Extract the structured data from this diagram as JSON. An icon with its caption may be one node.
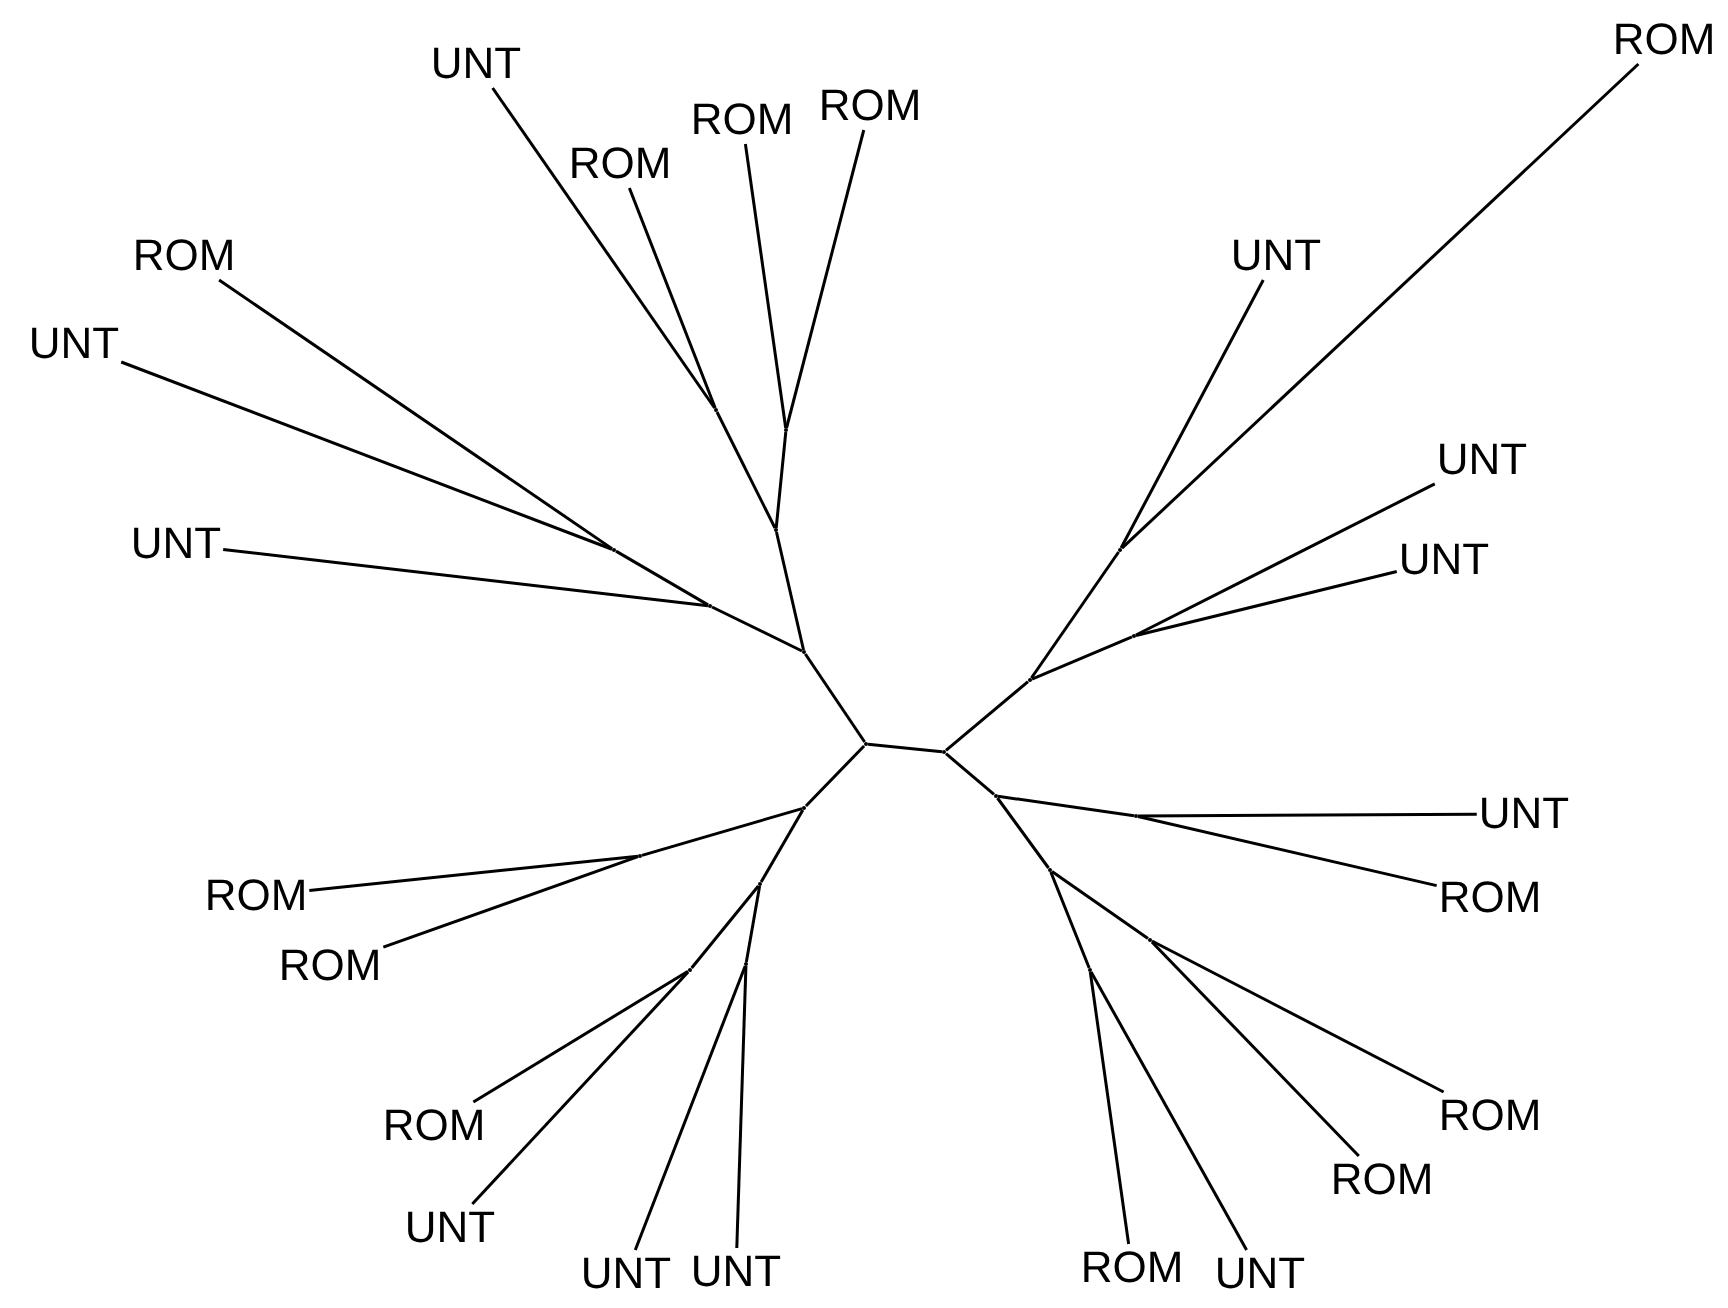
{
  "diagram": {
    "nodes": [
      {
        "text": [
          "UNT"
        ]
      },
      {
        "text": [
          "ROM"
        ]
      },
      {
        "text": [
          "ROM"
        ]
      },
      {
        "text": [
          "ROM"
        ]
      },
      {
        "text": [
          "ROM"
        ]
      },
      {
        "text": [
          "ROM"
        ]
      },
      {
        "text": [
          "UNT"
        ]
      },
      {
        "text": [
          "UNT"
        ]
      },
      {
        "text": [
          "UNT"
        ]
      },
      {
        "text": [
          "UNT"
        ]
      },
      {
        "text": [
          "UNT"
        ]
      },
      {
        "text": [
          "UNT"
        ]
      },
      {
        "text": [
          "ROM"
        ]
      },
      {
        "text": [
          "ROM"
        ]
      },
      {
        "text": [
          "ROM"
        ]
      },
      {
        "text": [
          "ROM"
        ]
      },
      {
        "text": [
          "ROM"
        ]
      },
      {
        "text": [
          "ROM"
        ]
      },
      {
        "text": [
          "UNT"
        ]
      },
      {
        "text": [
          "UNT"
        ]
      },
      {
        "text": [
          "UNT"
        ]
      },
      {
        "text": [
          "ROM"
        ]
      },
      {
        "text": [
          "UNT"
        ]
      },
      {
        "text": [],
        "shape": "point"
      },
      {
        "text": [],
        "shape": "point"
      },
      {
        "text": [],
        "shape": "point"
      },
      {
        "text": [],
        "shape": "point"
      },
      {
        "text": [],
        "shape": "point"
      },
      {
        "text": [],
        "shape": "point"
      },
      {
        "text": [],
        "shape": "point"
      },
      {
        "text": [],
        "shape": "point"
      },
      {
        "text": [],
        "shape": "point"
      },
      {
        "text": [],
        "shape": "point"
      },
      {
        "text": [],
        "shape": "point"
      },
      {
        "text": [],
        "shape": "point"
      },
      {
        "text": [],
        "shape": "point"
      },
      {
        "text": [],
        "shape": "point"
      },
      {
        "text": [],
        "shape": "point"
      },
      {
        "text": [],
        "shape": "point"
      },
      {
        "text": [],
        "shape": "point"
      },
      {
        "text": [],
        "shape": "point"
      },
      {
        "text": [],
        "shape": "point"
      },
      {
        "text": [],
        "shape": "point"
      },
      {
        "text": [],
        "shape": "point"
      }
    ],
    "edges": [
      {
        "from": 23,
        "to": 24,
        "arrow": "none"
      },
      {
        "from": 23,
        "to": 25,
        "arrow": "none"
      },
      {
        "from": 25,
        "to": 26,
        "arrow": "none"
      },
      {
        "from": 26,
        "to": 27,
        "arrow": "none"
      },
      {
        "from": 27,
        "to": 0,
        "arrow": "none"
      },
      {
        "from": 27,
        "to": 1,
        "arrow": "none"
      },
      {
        "from": 26,
        "to": 28,
        "arrow": "none"
      },
      {
        "from": 28,
        "to": 2,
        "arrow": "none"
      },
      {
        "from": 28,
        "to": 3,
        "arrow": "none"
      },
      {
        "from": 25,
        "to": 29,
        "arrow": "none"
      },
      {
        "from": 29,
        "to": 30,
        "arrow": "none"
      },
      {
        "from": 30,
        "to": 5,
        "arrow": "none"
      },
      {
        "from": 30,
        "to": 7,
        "arrow": "none"
      },
      {
        "from": 29,
        "to": 9,
        "arrow": "none"
      },
      {
        "from": 23,
        "to": 31,
        "arrow": "none"
      },
      {
        "from": 31,
        "to": 32,
        "arrow": "none"
      },
      {
        "from": 32,
        "to": 12,
        "arrow": "none"
      },
      {
        "from": 32,
        "to": 14,
        "arrow": "none"
      },
      {
        "from": 31,
        "to": 33,
        "arrow": "none"
      },
      {
        "from": 33,
        "to": 34,
        "arrow": "none"
      },
      {
        "from": 34,
        "to": 16,
        "arrow": "none"
      },
      {
        "from": 34,
        "to": 18,
        "arrow": "none"
      },
      {
        "from": 33,
        "to": 35,
        "arrow": "none"
      },
      {
        "from": 35,
        "to": 19,
        "arrow": "none"
      },
      {
        "from": 35,
        "to": 20,
        "arrow": "none"
      },
      {
        "from": 24,
        "to": 36,
        "arrow": "none"
      },
      {
        "from": 36,
        "to": 37,
        "arrow": "none"
      },
      {
        "from": 37,
        "to": 8,
        "arrow": "none"
      },
      {
        "from": 37,
        "to": 10,
        "arrow": "none"
      },
      {
        "from": 36,
        "to": 38,
        "arrow": "none"
      },
      {
        "from": 38,
        "to": 6,
        "arrow": "none"
      },
      {
        "from": 38,
        "to": 4,
        "arrow": "none"
      },
      {
        "from": 24,
        "to": 39,
        "arrow": "none"
      },
      {
        "from": 39,
        "to": 40,
        "arrow": "none"
      },
      {
        "from": 40,
        "to": 11,
        "arrow": "none"
      },
      {
        "from": 40,
        "to": 13,
        "arrow": "none"
      },
      {
        "from": 39,
        "to": 41,
        "arrow": "none"
      },
      {
        "from": 41,
        "to": 42,
        "arrow": "none"
      },
      {
        "from": 42,
        "to": 15,
        "arrow": "none"
      },
      {
        "from": 42,
        "to": 17,
        "arrow": "none"
      },
      {
        "from": 41,
        "to": 43,
        "arrow": "none"
      },
      {
        "from": 43,
        "to": 21,
        "arrow": "none"
      },
      {
        "from": 43,
        "to": 22,
        "arrow": "none"
      }
    ]
  }
}
